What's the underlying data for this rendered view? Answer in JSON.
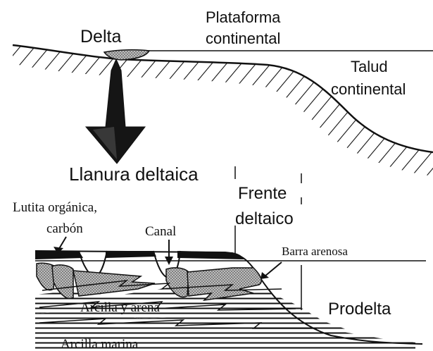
{
  "labels": {
    "delta": "Delta",
    "plataforma_line1": "Plataforma",
    "plataforma_line2": "continental",
    "talud_line1": "Talud",
    "talud_line2": "continental",
    "llanura_deltaica": "Llanura deltaica",
    "frente_line1": "Frente",
    "frente_line2": "deltaico",
    "lutita_line1": "Lutita orgánica,",
    "lutita_line2": "carbón",
    "canal": "Canal",
    "barra_arenosa": "Barra arenosa",
    "arcilla_y_arena": "Arcilla y arena",
    "prodelta": "Prodelta",
    "arcilla_marina": "Arcilla marina"
  },
  "colors": {
    "ink": "#111111",
    "background": "#ffffff",
    "sand_fill": "#9a9a9a"
  }
}
